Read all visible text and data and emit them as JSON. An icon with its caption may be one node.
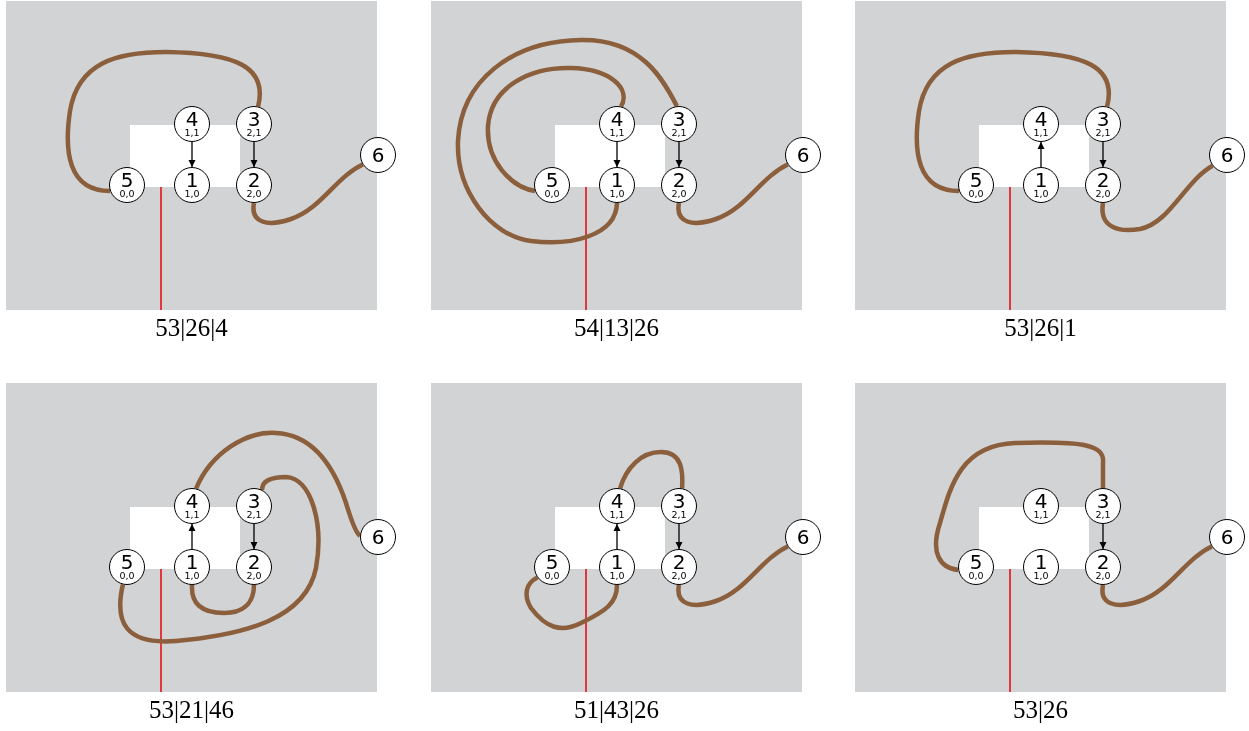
{
  "diagram": {
    "nodes": [
      {
        "text": [
          "53|26|4"
        ]
      },
      {
        "text": [
          "4",
          "1,1"
        ],
        "in": 0
      },
      {
        "text": [
          "3",
          "2,1"
        ],
        "in": 0
      },
      {
        "text": [
          "6"
        ],
        "in": 0
      },
      {
        "text": [
          "5",
          "0,0"
        ],
        "in": 0
      },
      {
        "text": [
          "1",
          "1,0"
        ],
        "in": 0
      },
      {
        "text": [
          "2",
          "2,0"
        ],
        "in": 0
      },
      {
        "text": [
          "54|13|26"
        ]
      },
      {
        "text": [
          "4",
          "1,1"
        ],
        "in": 7
      },
      {
        "text": [
          "3",
          "2,1"
        ],
        "in": 7
      },
      {
        "text": [
          "6"
        ],
        "in": 7
      },
      {
        "text": [
          "5",
          "0,0"
        ],
        "in": 7
      },
      {
        "text": [
          "1",
          "1,0"
        ],
        "in": 7
      },
      {
        "text": [
          "2",
          "2,0"
        ],
        "in": 7
      },
      {
        "text": [
          "53|26|1"
        ]
      },
      {
        "text": [
          "4",
          "1,1"
        ],
        "in": 14
      },
      {
        "text": [
          "3",
          "2,1"
        ],
        "in": 14
      },
      {
        "text": [
          "6"
        ],
        "in": 14
      },
      {
        "text": [
          "5",
          "0,0"
        ],
        "in": 14
      },
      {
        "text": [
          "1",
          "1,0"
        ],
        "in": 14
      },
      {
        "text": [
          "2",
          "2,0"
        ],
        "in": 14
      },
      {
        "text": [
          "53|21|46"
        ]
      },
      {
        "text": [
          "4",
          "1,1"
        ],
        "in": 21
      },
      {
        "text": [
          "3",
          "2,1"
        ],
        "in": 21
      },
      {
        "text": [
          "6"
        ],
        "in": 21
      },
      {
        "text": [
          "5",
          "0,0"
        ],
        "in": 21
      },
      {
        "text": [
          "1",
          "1,0"
        ],
        "in": 21
      },
      {
        "text": [
          "2",
          "2,0"
        ],
        "in": 21
      },
      {
        "text": [
          "51|43|26"
        ]
      },
      {
        "text": [
          "4",
          "1,1"
        ],
        "in": 28
      },
      {
        "text": [
          "3",
          "2,1"
        ],
        "in": 28
      },
      {
        "text": [
          "6"
        ],
        "in": 28
      },
      {
        "text": [
          "5",
          "0,0"
        ],
        "in": 28
      },
      {
        "text": [
          "1",
          "1,0"
        ],
        "in": 28
      },
      {
        "text": [
          "2",
          "2,0"
        ],
        "in": 28
      },
      {
        "text": [
          "53|26"
        ]
      },
      {
        "text": [
          "4",
          "1,1"
        ],
        "in": 35
      },
      {
        "text": [
          "3",
          "2,1"
        ],
        "in": 35
      },
      {
        "text": [
          "6"
        ],
        "in": 35
      },
      {
        "text": [
          "5",
          "0,0"
        ],
        "in": 35
      },
      {
        "text": [
          "1",
          "1,0"
        ],
        "in": 35
      },
      {
        "text": [
          "2",
          "2,0"
        ],
        "in": 35
      }
    ],
    "edges": [
      {
        "from": 4,
        "to": 2,
        "arrow": "none"
      },
      {
        "from": 6,
        "to": 3,
        "arrow": "none"
      },
      {
        "from": 1,
        "to": 5,
        "arrow": "to",
        "color": "#000000"
      },
      {
        "from": 2,
        "to": 6,
        "arrow": "to",
        "color": "#000000"
      },
      {
        "from": 11,
        "to": 8,
        "arrow": "none"
      },
      {
        "from": 12,
        "to": 9,
        "arrow": "none"
      },
      {
        "from": 13,
        "to": 10,
        "arrow": "none"
      },
      {
        "from": 8,
        "to": 12,
        "arrow": "to",
        "color": "#000000"
      },
      {
        "from": 9,
        "to": 13,
        "arrow": "to",
        "color": "#000000"
      },
      {
        "from": 18,
        "to": 16,
        "arrow": "none"
      },
      {
        "from": 20,
        "to": 17,
        "arrow": "none"
      },
      {
        "from": 19,
        "to": 15,
        "arrow": "to",
        "color": "#000000"
      },
      {
        "from": 16,
        "to": 20,
        "arrow": "to",
        "color": "#000000"
      },
      {
        "from": 25,
        "to": 23,
        "arrow": "none"
      },
      {
        "from": 27,
        "to": 26,
        "arrow": "none"
      },
      {
        "from": 22,
        "to": 24,
        "arrow": "none"
      },
      {
        "from": 26,
        "to": 22,
        "arrow": "to",
        "color": "#000000"
      },
      {
        "from": 23,
        "to": 27,
        "arrow": "to",
        "color": "#000000"
      },
      {
        "from": 32,
        "to": 33,
        "arrow": "none"
      },
      {
        "from": 29,
        "to": 30,
        "arrow": "none"
      },
      {
        "from": 34,
        "to": 31,
        "arrow": "none"
      },
      {
        "from": 33,
        "to": 29,
        "arrow": "to",
        "color": "#000000"
      },
      {
        "from": 30,
        "to": 34,
        "arrow": "to",
        "color": "#000000"
      },
      {
        "from": 39,
        "to": 37,
        "arrow": "none"
      },
      {
        "from": 41,
        "to": 38,
        "arrow": "none"
      },
      {
        "from": 37,
        "to": 41,
        "arrow": "to",
        "color": "#000000"
      }
    ]
  }
}
